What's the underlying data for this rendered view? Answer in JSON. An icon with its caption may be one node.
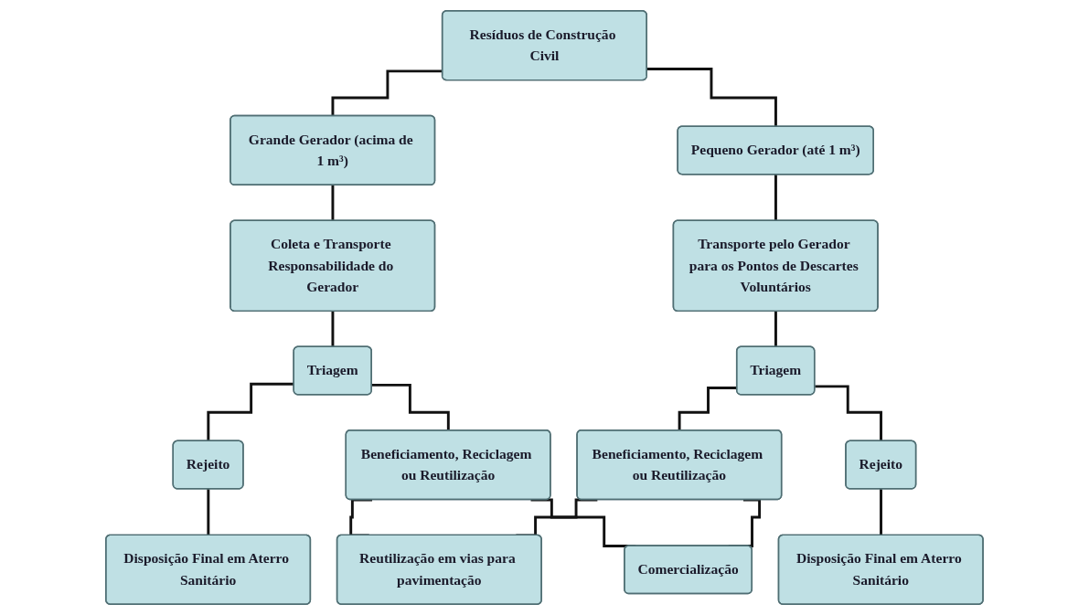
{
  "diagram": {
    "nodes": [
      {
        "text": [
          "Resíduos de Construção Civil"
        ]
      },
      {
        "text": [
          "Grande Gerador (acima de 1 m³)"
        ]
      },
      {
        "text": [
          "Pequeno Gerador (até 1 m³)"
        ]
      },
      {
        "text": [
          "Coleta e Transporte Responsabilidade do Gerador"
        ]
      },
      {
        "text": [
          "Transporte pelo Gerador para os Pontos de Descartes Voluntários"
        ]
      },
      {
        "text": [
          "Rejeito"
        ]
      },
      {
        "text": [
          "Triagem"
        ]
      },
      {
        "text": [
          "Triagem"
        ]
      },
      {
        "text": [
          "Rejeito"
        ]
      },
      {
        "text": [
          "Disposição Final em Aterro Sanitário"
        ]
      },
      {
        "text": [
          "Beneficiamento, Reciclagem ou Reutilização"
        ]
      },
      {
        "text": [
          "Beneficiamento, Reciclagem ou Reutilização"
        ]
      },
      {
        "text": [
          "Disposição Final em Aterro Sanitário"
        ]
      },
      {
        "text": [
          "Reutilização em vias para pavimentação"
        ]
      },
      {
        "text": [
          "Comercialização"
        ]
      }
    ],
    "edges": [
      {
        "from": 0,
        "to": 1,
        "arrow": "none"
      },
      {
        "from": 0,
        "to": 2,
        "arrow": "none"
      },
      {
        "from": 1,
        "to": 3,
        "arrow": "none"
      },
      {
        "from": 2,
        "to": 4,
        "arrow": "none"
      },
      {
        "from": 3,
        "to": 6,
        "arrow": "none"
      },
      {
        "from": 4,
        "to": 7,
        "arrow": "none"
      },
      {
        "from": 6,
        "to": 5,
        "arrow": "none"
      },
      {
        "from": 7,
        "to": 8,
        "arrow": "none"
      },
      {
        "from": 5,
        "to": 9,
        "arrow": "none"
      },
      {
        "from": 6,
        "to": 10,
        "arrow": "none"
      },
      {
        "from": 7,
        "to": 11,
        "arrow": "none"
      },
      {
        "from": 8,
        "to": 12,
        "arrow": "none"
      },
      {
        "from": 10,
        "to": 13,
        "arrow": "none"
      },
      {
        "from": 10,
        "to": 14,
        "arrow": "none"
      },
      {
        "from": 11,
        "to": 13,
        "arrow": "none"
      },
      {
        "from": 11,
        "to": 14,
        "arrow": "none"
      }
    ]
  }
}
